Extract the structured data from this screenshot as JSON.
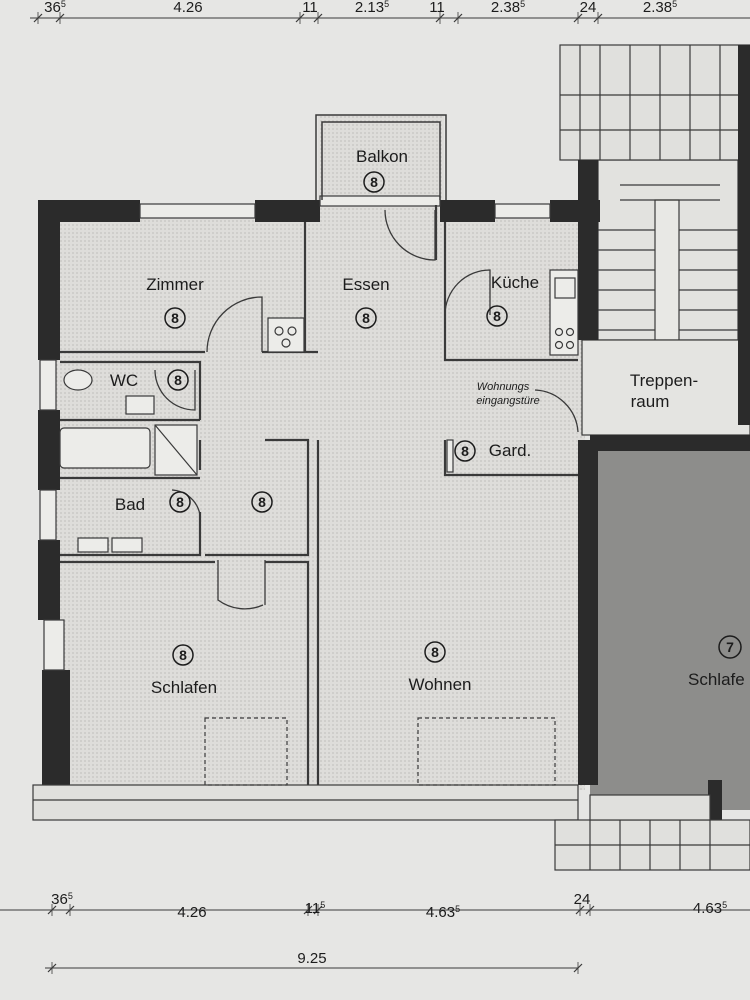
{
  "rooms": {
    "balkon": "Balkon",
    "zimmer": "Zimmer",
    "essen": "Essen",
    "kueche": "Küche",
    "wc": "WC",
    "treppenraum_1": "Treppen-",
    "treppenraum_2": "raum",
    "wohnungseingang_1": "Wohnungs",
    "wohnungseingang_2": "eingangstüre",
    "gard": "Gard.",
    "bad": "Bad",
    "schlafen": "Schlafen",
    "wohnen": "Wohnen",
    "schlafen_neighbor": "Schlafe"
  },
  "markers": {
    "level": "8",
    "neighbor_level": "7"
  },
  "dimensions": {
    "top": [
      {
        "main": "36",
        "sup": "5"
      },
      {
        "main": "4.26",
        "sup": ""
      },
      {
        "main": "11",
        "sup": ""
      },
      {
        "main": "2.13",
        "sup": "5"
      },
      {
        "main": "11",
        "sup": ""
      },
      {
        "main": "2.38",
        "sup": "5"
      },
      {
        "main": "24",
        "sup": ""
      },
      {
        "main": "2.38",
        "sup": "5"
      }
    ],
    "bottom": [
      {
        "main": "36",
        "sup": "5"
      },
      {
        "main": "4.26",
        "sup": ""
      },
      {
        "main": "11",
        "sup": "5"
      },
      {
        "main": "4.63",
        "sup": "5"
      },
      {
        "main": "24",
        "sup": ""
      },
      {
        "main": "4.63",
        "sup": "5"
      }
    ],
    "total": "9.25"
  },
  "colors": {
    "paper": "#e6e6e4",
    "floor": "#dcdcda",
    "wall": "#2b2b2b",
    "line": "#3a3a3a",
    "neighbor_floor": "#8d8d8b"
  }
}
